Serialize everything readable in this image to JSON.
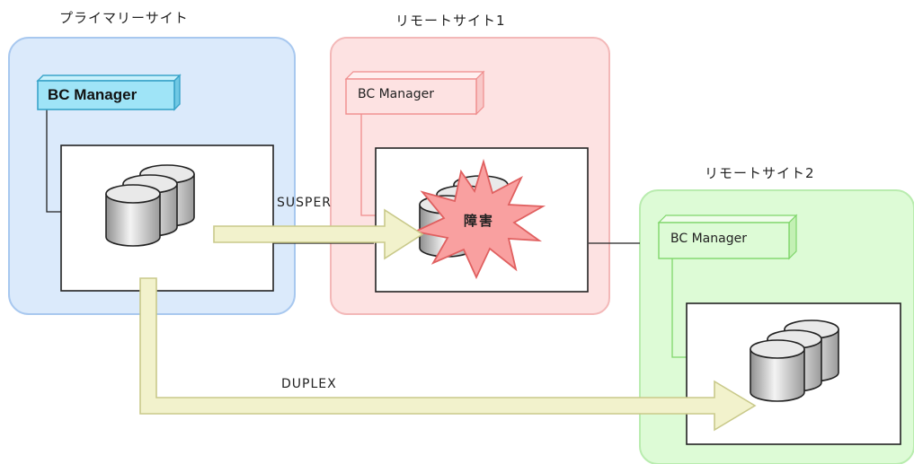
{
  "sites": {
    "primary": {
      "title": "プライマリーサイト",
      "manager_label": "BC Manager",
      "fill": "#dbeafb",
      "stroke": "#a8c8ef"
    },
    "remote1": {
      "title": "リモートサイト1",
      "manager_label": "BC Manager",
      "fill": "#fde2e2",
      "stroke": "#f3b8b8",
      "failure_label": "障害"
    },
    "remote2": {
      "title": "リモートサイト2",
      "manager_label": "BC Manager",
      "fill": "#ddfbd6",
      "stroke": "#b9ecaf"
    }
  },
  "links": {
    "primary_to_remote1": {
      "status": "SUSPER"
    },
    "primary_to_remote2": {
      "status": "DUPLEX"
    }
  },
  "colors": {
    "arrow_fill": "#f2f2cc",
    "arrow_stroke": "#c9c98a",
    "manager_primary_fill": "#9fe4f7",
    "manager_primary_stroke": "#3aa4c9",
    "manager_remote1_fill": "#fde2e2",
    "manager_remote1_stroke": "#ef8d8d",
    "manager_remote2_fill": "#ddfbd6",
    "manager_remote2_stroke": "#7fd66b",
    "failure_fill": "#f9a0a0",
    "failure_stroke": "#e06060"
  },
  "icons": {
    "storage": "database-stack-icon",
    "failure": "explosion-burst-icon"
  }
}
